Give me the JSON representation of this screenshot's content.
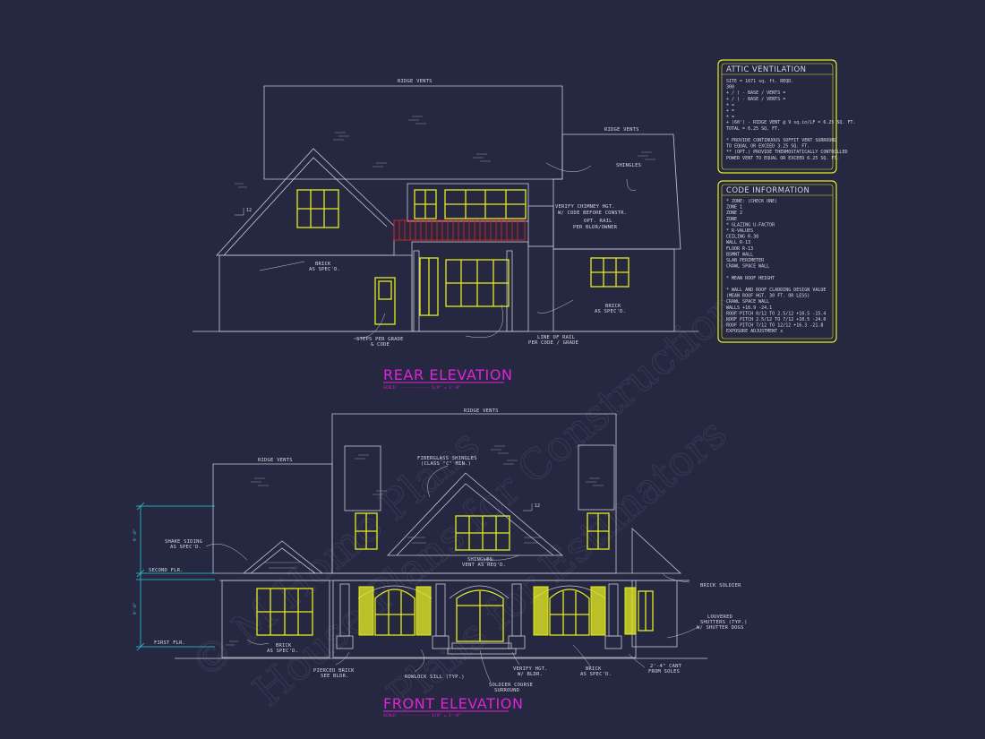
{
  "watermark": {
    "line1": "© M Home Plans",
    "line2": "House Plans for Construction",
    "line3": "Plans for Estimators"
  },
  "rear_elevation": {
    "title": "REAR ELEVATION",
    "scale": "SCALE: ------------ 1/4\" = 1'-0\"",
    "notes": {
      "ridge_vents_main": "RIDGE VENTS",
      "ridge_vents_right": "RIDGE VENTS",
      "shingles": "SHINGLES",
      "chimney": "VERIFY CHIMNEY HGT.",
      "chimney2": "W/ CODE BEFORE CONSTR.",
      "opt_rail": "OPT. RAIL",
      "opt_rail2": "PER BLDR/OWNER",
      "brick_left": "BRICK",
      "brick_left2": "AS SPEC'D.",
      "brick_right": "BRICK",
      "brick_right2": "AS SPEC'D.",
      "steps": "STEPS PER GRADE",
      "steps2": "& CODE",
      "line_rail": "LINE OF RAIL",
      "line_rail2": "PER CODE / GRADE",
      "pitch": "12"
    }
  },
  "front_elevation": {
    "title": "FRONT ELEVATION",
    "scale": "SCALE: ------------ 1/4\" = 1'-0\"",
    "notes": {
      "ridge_vents_top": "RIDGE VENTS",
      "ridge_vents_left": "RIDGE VENTS",
      "fiberglass": "FIBERGLASS SHINGLES",
      "fiberglass2": "(CLASS \"C\" MIN.)",
      "shake": "SHAKE SIDING",
      "shake2": "AS SPEC'D.",
      "shingles": "SHINGLES",
      "shingles2": "VENT AS REQ'D.",
      "brick_soldier": "BRICK SOLDIER",
      "louvered": "LOUVERED",
      "louvered2": "SHUTTERS (TYP.)",
      "louvered3": "W/ SHUTTER DOGS",
      "brick_left": "BRICK",
      "brick_left2": "AS SPEC'D.",
      "pierced": "PIERCED BRICK",
      "pierced2": "SEE BLDR.",
      "rowlock": "ROWLOCK SILL (TYP.)",
      "verify": "VERIFY HGT.",
      "verify2": "W/ BLDR.",
      "soldier_course": "SOLDIER COURSE",
      "soldier_course2": "SURROUND",
      "brick_mid": "BRICK",
      "brick_mid2": "AS SPEC'D.",
      "cant": "2'-4\" CANT",
      "cant2": "FROM SOLES",
      "second_flr": "SECOND FLR.",
      "first_flr": "FIRST FLR.",
      "dim_top": "9'-0\"",
      "dim_bot": "9'-0\"",
      "pitch": "12"
    }
  },
  "attic_ventilation": {
    "title": "ATTIC VENTILATION",
    "lines": [
      "SITE = 1671 sq. ft. REQD.",
      "300",
      "+ /  ) -          BASE    /   VENTS  =",
      "+ /  ) -          BASE    /   VENTS  =",
      "+                                       =",
      "+                                       =",
      "+                                       =",
      "+ (60') - RIDGE VENT @ 9 sq.in/LF = 6.25 SQ. FT.",
      "                              TOTAL    = 6.25 SQ. FT.",
      "",
      "* PROVIDE CONTINUOUS SOFFIT VENT SURROUND",
      "   TO EQUAL OR EXCEED 3.25 SQ. FT.",
      "** (OPT.) PROVIDE THERMOSTATICALLY CONTROLLED",
      "   POWER VENT TO EQUAL OR EXCEED 6.25 SQ. FT."
    ]
  },
  "code_information": {
    "title": "CODE INFORMATION",
    "lines": [
      "* ZONE: (CHECK ONE)",
      "      ZONE 1",
      "      ZONE 2",
      "      ZONE",
      "* GLAZING U-FACTOR",
      "* R-VALUES",
      "      CEILING                R-38",
      "      WALL                   R-13",
      "      FLOOR                  R-13",
      "      BSMNT WALL",
      "      SLAB PERIMETER",
      "      CRAWL SPACE WALL",
      "",
      "* MEAN ROOF HEIGHT",
      "",
      "* WALL AND ROOF CLADDING DESIGN VALUE",
      "  (MEAN ROOF HGT. 30 FT. OR LESS)",
      "      CRAWL SPACE WALL",
      "      WALLS                 +16.9  -24.1",
      "      ROOF PITCH 0/12 TO 2.5/12  +10.5  -15.4",
      "      ROOF PITCH 2.5/12 TO 7/12  +10.5  -24.0",
      "      ROOF PITCH 7/12 TO 12/12   +16.3  -21.8",
      "      EXPOSURE ADJUSTMENT       x"
    ]
  }
}
